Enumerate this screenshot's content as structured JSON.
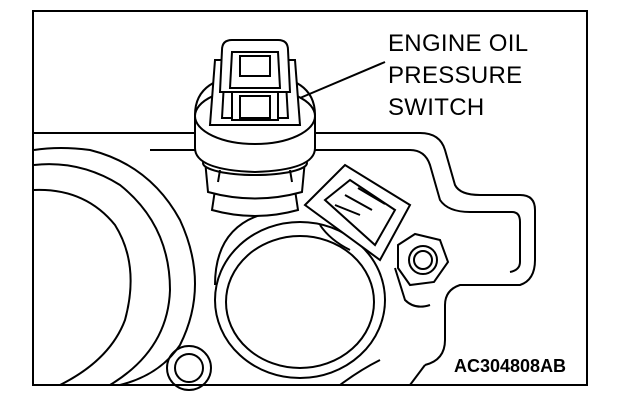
{
  "callout": {
    "line1": "ENGINE OIL",
    "line2": "PRESSURE",
    "line3": "SWITCH"
  },
  "figure_id": "AC304808AB"
}
